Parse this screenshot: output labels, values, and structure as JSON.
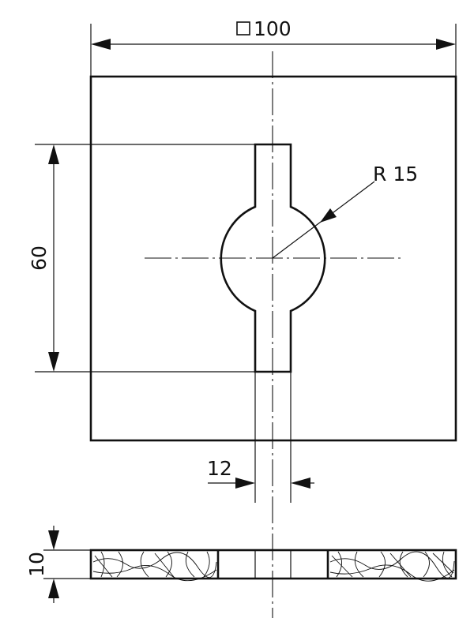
{
  "drawing": {
    "dimensions": {
      "width": {
        "symbol": "□",
        "value": "100"
      },
      "slot_height": "60",
      "radius": "R 15",
      "slot_width": "12",
      "thickness": "10"
    }
  }
}
